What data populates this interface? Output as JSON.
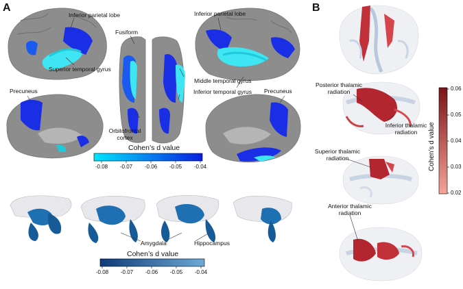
{
  "panels": {
    "a": "A",
    "b": "B"
  },
  "cortex_labels": {
    "ipl_left": "Inferior parietal lobe",
    "ipl_right": "Inferior parietal lobe",
    "fusiform": "Fusiform",
    "stg": "Superior temporal gyrus",
    "mtg": "Middle temporal gyrus",
    "itg": "Inferior temporal gyrus",
    "precuneus_left": "Precuneus",
    "precuneus_right": "Precuneus",
    "ofc_line1": "Orbitofrontal",
    "ofc_line2": "cortex"
  },
  "cortex_colorbar": {
    "title": "Cohen’s d value",
    "ticks": [
      "-0.08",
      "-0.07",
      "-0.06",
      "-0.05",
      "-0.04"
    ],
    "color_low": "#00e5ff",
    "color_high": "#0a1ee0"
  },
  "subcortical_labels": {
    "amygdala": "Amygdala",
    "hippocampus": "Hippocampus"
  },
  "subcortical_colorbar": {
    "title": "Cohen’s d value",
    "ticks": [
      "-0.08",
      "-0.07",
      "-0.06",
      "-0.05",
      "-0.04"
    ],
    "color_low": "#0d3b78",
    "color_high": "#6ea9d6"
  },
  "tract_labels": {
    "ptr_line1": "Posterior thalamic",
    "ptr_line2": "radiation",
    "itr_line1": "Inferior thalamic",
    "itr_line2": "radiation",
    "str_line1": "Superior thalamic",
    "str_line2": "radiation",
    "atr_line1": "Anterior thalamic",
    "atr_line2": "radiation"
  },
  "tract_colorbar": {
    "title": "Cohen’s d value",
    "ticks": [
      "0.06",
      "0.05",
      "0.04",
      "0.03",
      "0.02"
    ],
    "color_high": "#7a1418",
    "color_low": "#f5a497"
  }
}
